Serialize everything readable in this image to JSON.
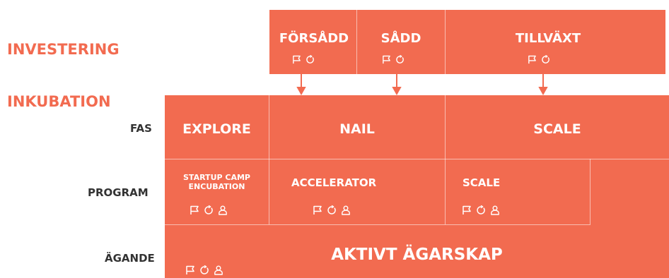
{
  "colors": {
    "accent": "#f26b50",
    "side_label": "#333333",
    "text_on_accent": "#ffffff"
  },
  "headings": {
    "investering": "INVESTERING",
    "inkubation": "INKUBATION"
  },
  "row_labels": {
    "fas": "FAS",
    "program": "PROGRAM",
    "agande": "ÄGANDE"
  },
  "investment_stages": [
    {
      "label": "FÖRSÅDD",
      "icons": [
        "flag-icon",
        "refresh-icon"
      ]
    },
    {
      "label": "SÅDD",
      "icons": [
        "flag-icon",
        "refresh-icon"
      ]
    },
    {
      "label": "TILLVÄXT",
      "icons": [
        "flag-icon",
        "refresh-icon"
      ]
    }
  ],
  "phases": [
    "EXPLORE",
    "NAIL",
    "SCALE"
  ],
  "programs": [
    {
      "label_line1": "STARTUP CAMP",
      "label_line2": "ENCUBATION",
      "icons": [
        "flag-icon",
        "refresh-icon",
        "person-icon"
      ]
    },
    {
      "label": "ACCELERATOR",
      "icons": [
        "flag-icon",
        "refresh-icon",
        "person-icon"
      ]
    },
    {
      "label": "SCALE",
      "icons": [
        "flag-icon",
        "refresh-icon",
        "person-icon"
      ]
    }
  ],
  "ownership": {
    "label": "AKTIVT ÄGARSKAP",
    "icons": [
      "flag-icon",
      "refresh-icon",
      "person-icon"
    ]
  }
}
